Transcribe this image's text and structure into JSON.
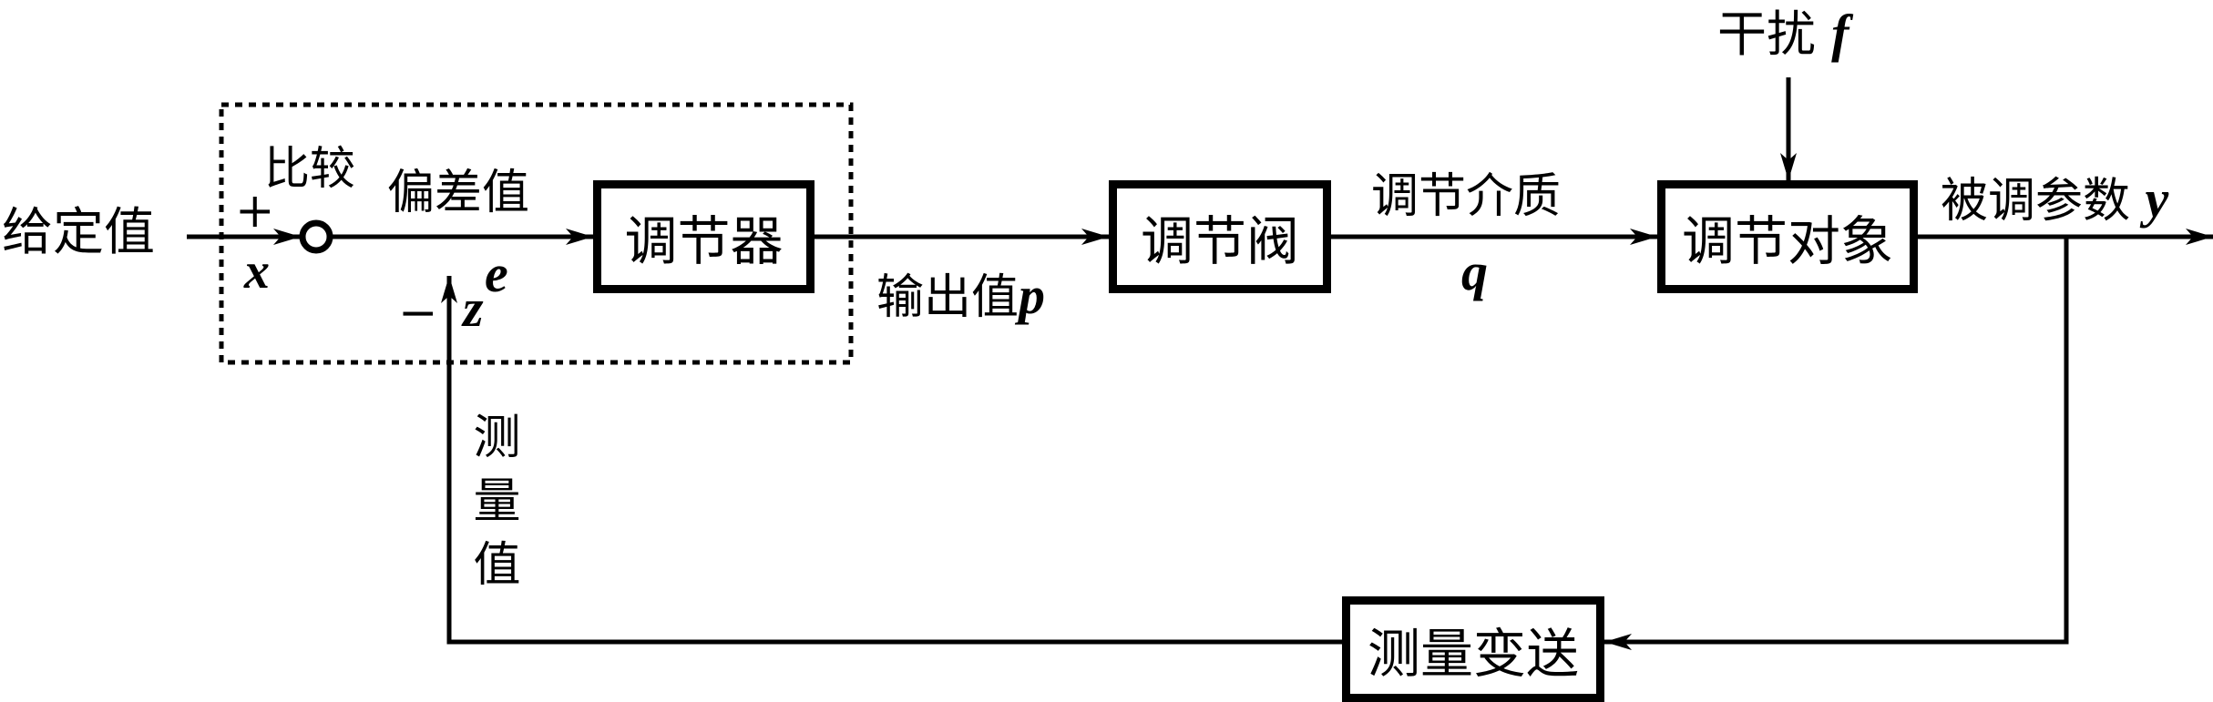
{
  "diagram": {
    "title": "",
    "inputs": {
      "setpoint_label": "给定值",
      "setpoint_var": "x",
      "plus_sign": "+",
      "minus_sign": "−",
      "comparator_label": "比较",
      "feedback_var": "z"
    },
    "blocks": [
      {
        "id": "controller",
        "label": "调节器"
      },
      {
        "id": "valve",
        "label": "调节阀"
      },
      {
        "id": "process",
        "label": "调节对象"
      },
      {
        "id": "transmitter",
        "label": "测量变送"
      }
    ],
    "signals": {
      "error_label": "偏差值",
      "error_var": "e",
      "output_label": "输出值",
      "output_var": "p",
      "medium_label": "调节介质",
      "medium_var": "q",
      "controlled_label": "被调参数",
      "controlled_var": "y",
      "disturbance_label": "干扰",
      "disturbance_var": "f",
      "measured_label": "测量值"
    },
    "colors": {
      "line": "#000000",
      "background": "#ffffff"
    }
  }
}
